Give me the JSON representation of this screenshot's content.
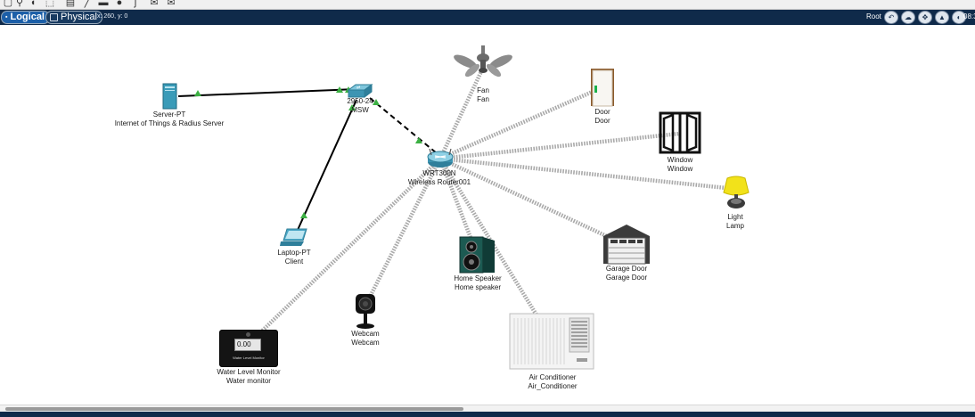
{
  "toolbar": {
    "icons": [
      "select-icon",
      "search-icon",
      "delete-icon",
      "resize-icon",
      "note-icon",
      "draw-line-icon",
      "rectangle-icon",
      "ellipse-icon",
      "freeform-icon",
      "add-pdu-icon",
      "add-complex-pdu-icon"
    ]
  },
  "mode_bar": {
    "logical_tab": "Logical",
    "physical_tab": "Physical",
    "coordinates": "x: 260, y: 0",
    "root_label": "Root",
    "clock": "08:3"
  },
  "devices": [
    {
      "id": "server",
      "type": "Server-PT",
      "name": "Internet of Things & Radius Server"
    },
    {
      "id": "switch",
      "type": "2950-24",
      "name": "MSW"
    },
    {
      "id": "router",
      "type": "WRT300N",
      "name": "Wireless Router001"
    },
    {
      "id": "laptop",
      "type": "Laptop-PT",
      "name": "Client"
    },
    {
      "id": "fan",
      "type": "Fan",
      "name": "Fan"
    },
    {
      "id": "door",
      "type": "Door",
      "name": "Door"
    },
    {
      "id": "window",
      "type": "Window",
      "name": "Window"
    },
    {
      "id": "lamp",
      "type": "Light",
      "name": "Lamp"
    },
    {
      "id": "garage",
      "type": "Garage Door",
      "name": "Garage Door"
    },
    {
      "id": "speaker",
      "type": "Home Speaker",
      "name": "Home speaker"
    },
    {
      "id": "webcam",
      "type": "Webcam",
      "name": "Webcam"
    },
    {
      "id": "water",
      "type": "Water Level Monitor",
      "name": "Water monitor"
    },
    {
      "id": "ac",
      "type": "Air Conditioner",
      "name": "Air_Conditioner"
    }
  ],
  "water_monitor_screen": {
    "value": "0.00",
    "caption": "Water Level Monitor"
  },
  "colors": {
    "mode_bar": "#0f2a4a",
    "link_solid": "#000000",
    "link_wireless": "#b8b8b8",
    "link_status_up": "#3cb043"
  }
}
